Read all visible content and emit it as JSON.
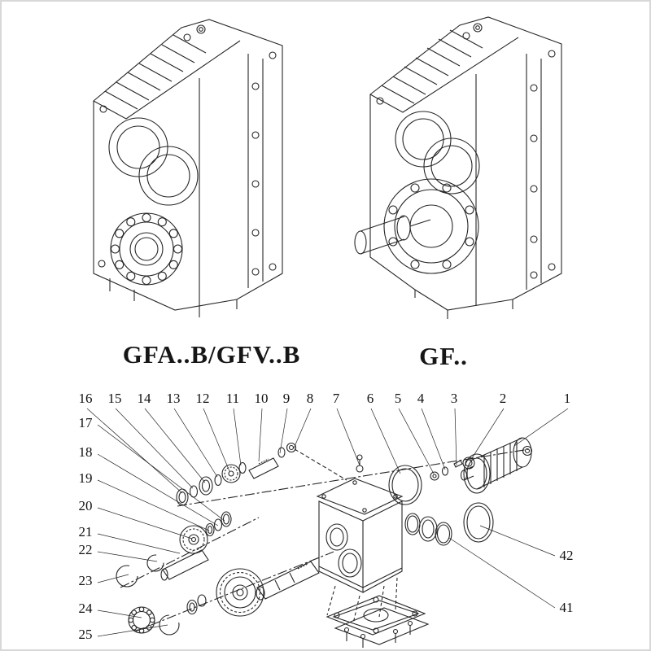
{
  "page": {
    "background": "#ffffff",
    "ink": "#262626",
    "frame_color": "#d8d8d8"
  },
  "figures": {
    "left": {
      "caption": "GFA..B/GFV..B"
    },
    "right": {
      "caption": "GF.."
    }
  },
  "exploded": {
    "top": [
      "16",
      "15",
      "14",
      "13",
      "12",
      "11",
      "10",
      "9",
      "8",
      "7",
      "6",
      "5",
      "4",
      "3",
      "2",
      "1"
    ],
    "left": [
      "17",
      "18",
      "19",
      "20",
      "21",
      "22",
      "23",
      "24",
      "25"
    ],
    "right": [
      "42",
      "41"
    ]
  }
}
